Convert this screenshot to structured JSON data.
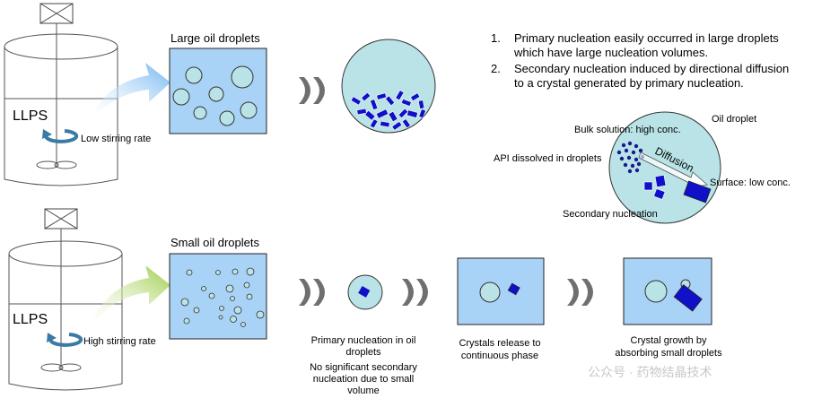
{
  "top_row": {
    "vessel_label": "LLPS",
    "stirring_label": "Low stirring rate",
    "panel_title": "Large oil droplets"
  },
  "bottom_row": {
    "vessel_label": "LLPS",
    "stirring_label": "High stirring rate",
    "panel_title": "Small oil droplets"
  },
  "notes": [
    {
      "number": "1.",
      "line1": "Primary nucleation easily occurred in large droplets",
      "line2": "which have large nucleation volumes."
    },
    {
      "number": "2.",
      "line1": "Secondary nucleation induced by directional diffusion",
      "line2": "to a crystal generated by primary nucleation."
    }
  ],
  "detail": {
    "oil_droplet": "Oil droplet",
    "bulk_solution": "Bulk solution: high conc.",
    "api_dissolved": "API dissolved in droplets",
    "diffusion": "Diffusion",
    "surface": "Surface: low conc.",
    "secondary_nucleation": "Secondary nucleation"
  },
  "steps": {
    "primary": [
      "Primary nucleation in oil",
      "droplets",
      "No significant secondary",
      "nucleation due to small",
      "volume"
    ],
    "release": [
      "Crystals release to",
      "continuous phase"
    ],
    "growth": [
      "Crystal growth by",
      "absorbing small droplets"
    ]
  },
  "watermark": "公众号 · 药物结晶技术",
  "colors": {
    "panel_fill": "#a9d2f7",
    "droplet_fill": "#b9e3e6",
    "crystal_fill": "#1010c8",
    "arrow_blue": "#7fbff2",
    "arrow_green": "#a6d05a",
    "chevron": "#777777"
  }
}
